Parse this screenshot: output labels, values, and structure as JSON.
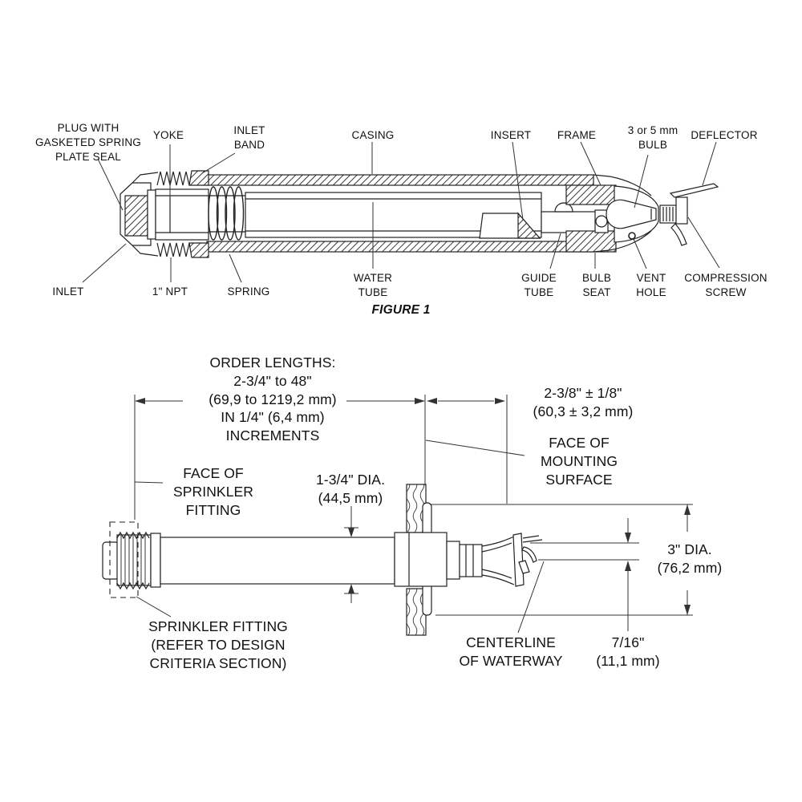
{
  "meta": {
    "background_color": "#ffffff",
    "line_color": "#222222",
    "text_color": "#111111",
    "description": "Dry sprinkler cross-section (Figure 1) and installation dimension drawing"
  },
  "figure1": {
    "caption": "FIGURE 1",
    "labels": {
      "plug": "PLUG WITH\nGASKETED SPRING\nPLATE SEAL",
      "yoke": "YOKE",
      "inlet_band": "INLET\nBAND",
      "casing": "CASING",
      "insert": "INSERT",
      "frame": "FRAME",
      "bulb": "3 or 5 mm\nBULB",
      "deflector": "DEFLECTOR",
      "inlet": "INLET",
      "npt": "1\" NPT",
      "spring": "SPRING",
      "water_tube": "WATER\nTUBE",
      "guide_tube": "GUIDE\nTUBE",
      "bulb_seat": "BULB\nSEAT",
      "vent_hole": "VENT\nHOLE",
      "compression_screw": "COMPRESSION\nSCREW"
    }
  },
  "installation": {
    "labels": {
      "order_lengths": "ORDER LENGTHS:\n2-3/4\" to 48\"\n(69,9 to 1219,2 mm)\nIN 1/4\" (6,4 mm)\nINCREMENTS",
      "dim_2_3_8": "2-3/8\" ± 1/8\"\n(60,3 ± 3,2 mm)",
      "face_of_mounting_surface": "FACE OF\nMOUNTING\nSURFACE",
      "face_of_sprinkler_fitting": "FACE OF\nSPRINKLER\nFITTING",
      "dia_1_3_4": "1-3/4\" DIA.\n(44,5 mm)",
      "dia_3": "3\" DIA.\n(76,2 mm)",
      "sprinkler_fitting": "SPRINKLER FITTING\n(REFER TO DESIGN\nCRITERIA SECTION)",
      "centerline_of_waterway": "CENTERLINE\nOF WATERWAY",
      "dim_7_16": "7/16\"\n(11,1 mm)"
    }
  }
}
